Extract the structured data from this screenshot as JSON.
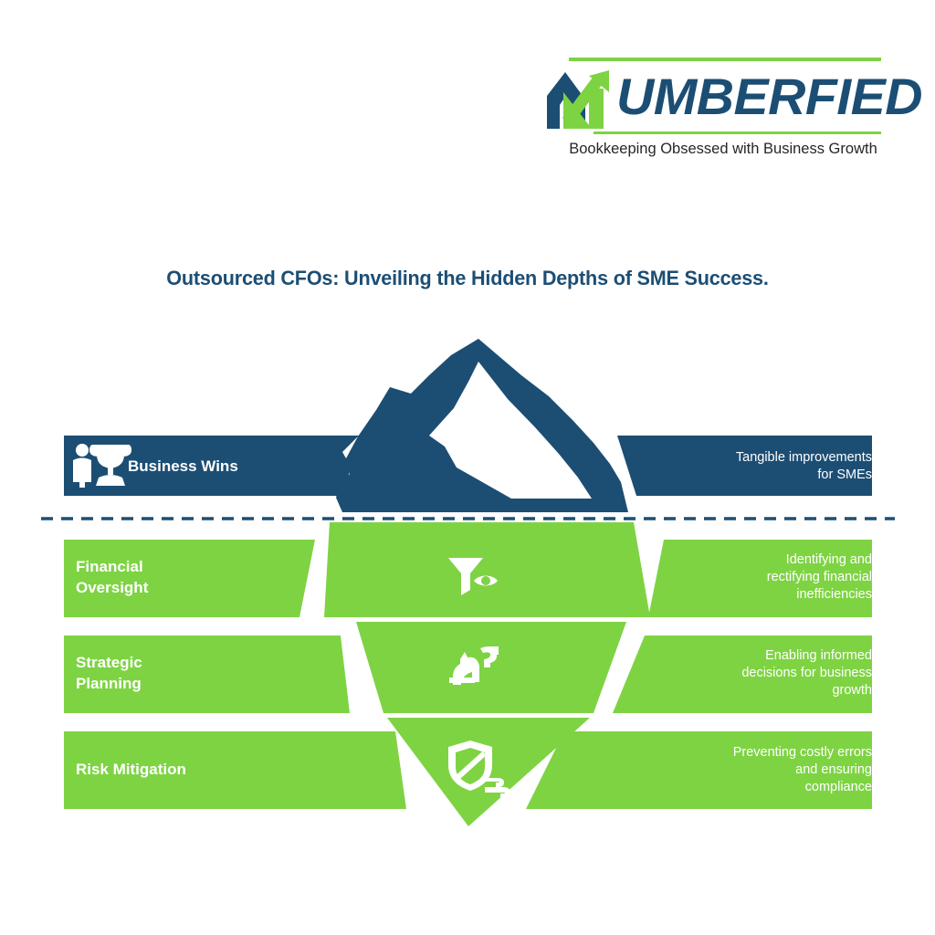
{
  "brand": {
    "logo_word": "UMBERFIED",
    "logo_mark_icon": "green-growth-arrow-n-icon",
    "tagline": "Bookkeeping Obsessed with Business Growth",
    "navy": "#1C4E74",
    "green": "#7ED343"
  },
  "title": "Outsourced CFOs: Unveiling the Hidden Depths of SME Success.",
  "diagram": {
    "type": "iceberg",
    "waterline_style": "dashed",
    "above_water": {
      "rows": [
        {
          "id": "business-wins",
          "label": "Business Wins",
          "description": "Tangible improvements\nfor SMEs",
          "icon": "person-trophy-icon",
          "color": "#1C4E74"
        }
      ]
    },
    "below_water": {
      "rows": [
        {
          "id": "financial-oversight",
          "label": "Financial\nOversight",
          "description": "Identifying and\nrectifying financial\ninefficiencies",
          "icon": "funnel-eye-icon",
          "color": "#7ED343"
        },
        {
          "id": "strategic-planning",
          "label": "Strategic\nPlanning",
          "description": "Enabling informed\ndecisions for business\ngrowth",
          "icon": "chess-knight-question-icon",
          "color": "#7ED343"
        },
        {
          "id": "risk-mitigation",
          "label": "Risk Mitigation",
          "description": "Preventing costly errors\nand ensuring\ncompliance",
          "icon": "shield-block-wind-icon",
          "color": "#7ED343"
        }
      ]
    }
  }
}
